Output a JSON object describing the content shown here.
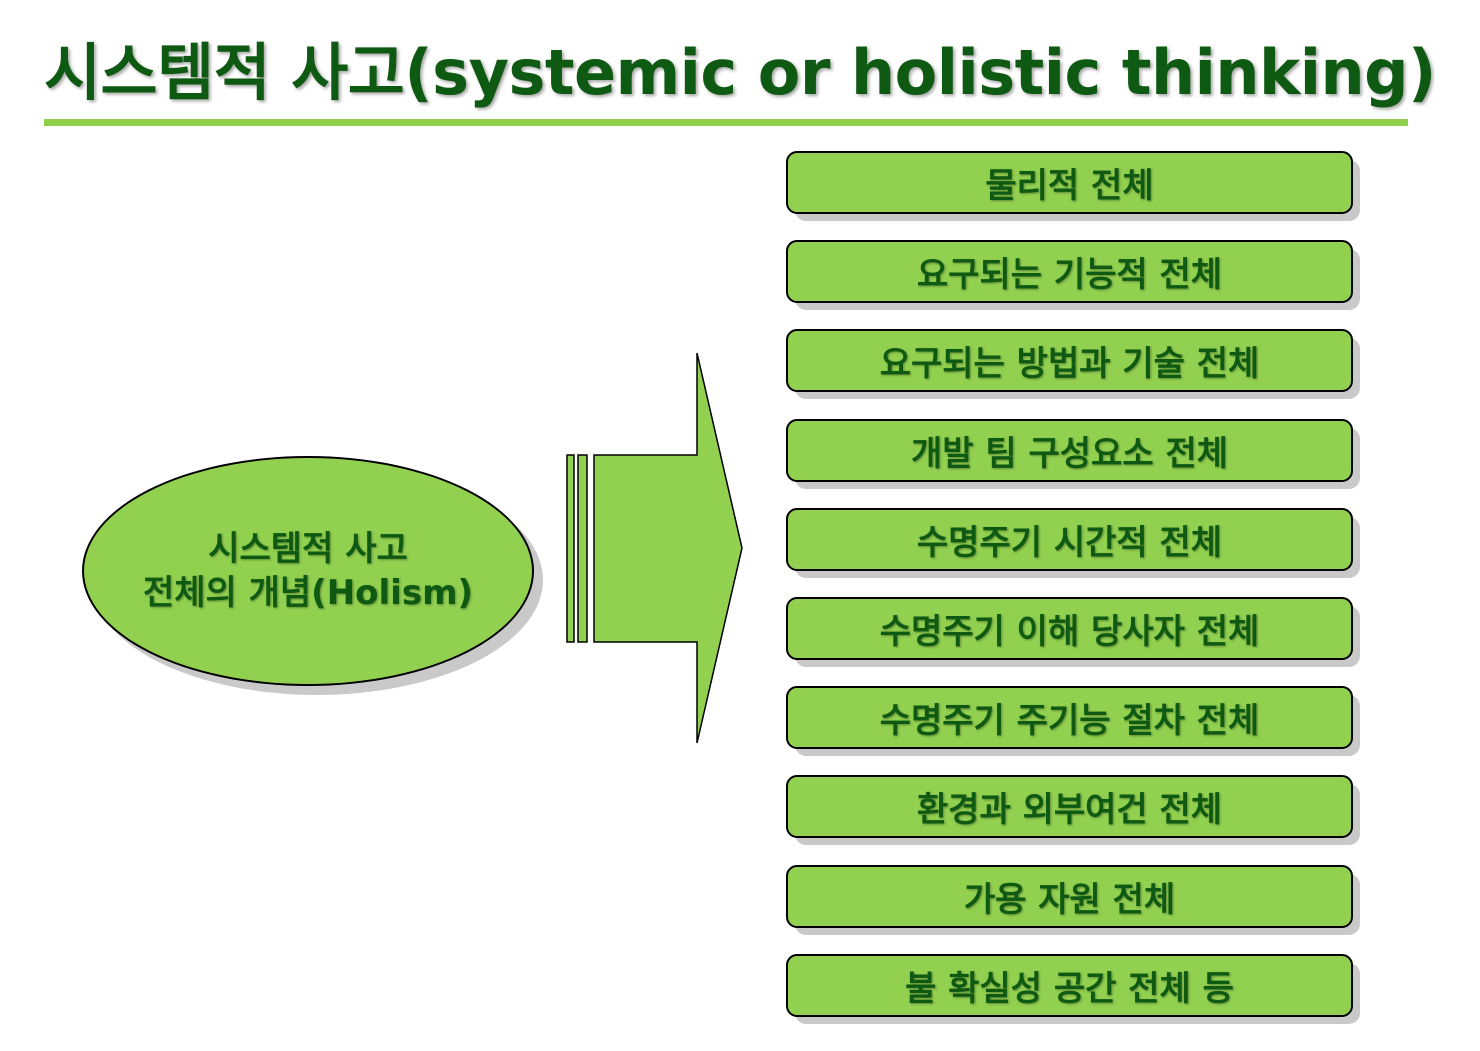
{
  "title": "시스템적 사고(systemic or holistic thinking)",
  "concept": {
    "line1": "시스템적 사고",
    "line2": "전체의 개념(Holism)"
  },
  "items": [
    {
      "label": "물리적 전체"
    },
    {
      "label": "요구되는 기능적 전체"
    },
    {
      "label": "요구되는 방법과 기술 전체"
    },
    {
      "label": "개발 팀 구성요소 전체"
    },
    {
      "label": "수명주기 시간적 전체"
    },
    {
      "label": "수명주기 이해 당사자 전체"
    },
    {
      "label": "수명주기 주기능 절차 전체"
    },
    {
      "label": "환경과 외부여건 전체"
    },
    {
      "label": "가용 자원 전체"
    },
    {
      "label": "불 확실성 공간 전체 등"
    }
  ],
  "colors": {
    "fill": "#92d050",
    "text": "#0f5a12",
    "rule": "#8fcf4a"
  }
}
